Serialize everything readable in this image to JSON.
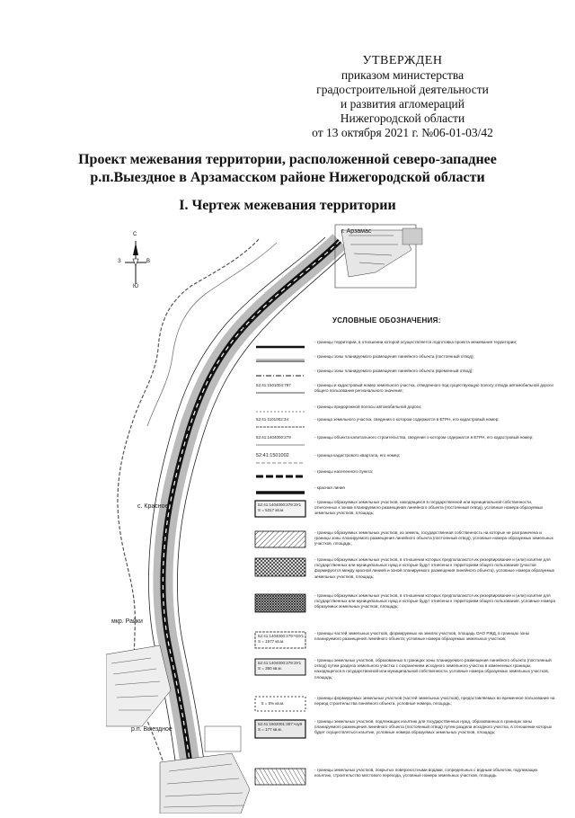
{
  "approval": {
    "title": "УТВЕРЖДЕН",
    "line1": "приказом министерства",
    "line2": "градостроительной деятельности",
    "line3": "и развития агломераций",
    "line4": "Нижегородской области",
    "line5": "от 13 октября 2021 г. №06-01-03/42"
  },
  "document": {
    "title_line1": "Проект межевания территории, расположенной северо-западнее",
    "title_line2": "р.п.Выездное в Арзамасском районе Нижегородской области",
    "section": "I.  Чертеж межевания территории"
  },
  "map": {
    "compass_n": "С",
    "compass_s": "Ю",
    "compass_w": "З",
    "compass_e": "В",
    "place_krasnoe": "с. Красное",
    "place_raiki": "мкр. Райки",
    "place_vyezdnoe": "р.п. Выездное",
    "place_arzamas": "г. Арзамас"
  },
  "legend": {
    "title": "УСЛОВНЫЕ ОБОЗНАЧЕНИЯ:",
    "items": [
      {
        "sym_label": "",
        "text": "- границы территории, в отношении которой осуществляется подготовка проекта межевания территории;"
      },
      {
        "sym_label": "",
        "text": "- границы зоны планируемого размещения линейного объекта (постоянный отвод);"
      },
      {
        "sym_label": "",
        "text": "- границы зоны планируемого размещения линейного объекта (временный отвод);"
      },
      {
        "sym_label": "52:41:1501004:787",
        "text": "- границы и кадастровый номер земельного участка, отведенного под существующую полосу отвода автомобильной дороги общего пользования регионального значения;"
      },
      {
        "sym_label": "",
        "text": "- границы придорожной полосы автомобильной дороги;"
      },
      {
        "sym_label": "52:41:1101002:34",
        "text": "- граница земельного участка, сведения о котором содержатся в ЕГРН, его кадастровый номер;"
      },
      {
        "sym_label": "52:41:1404000:279",
        "text": "- границы объекта капитального строительства, сведения о котором содержатся в ЕГРН, его кадастровый номер;"
      },
      {
        "sym_label": "52:41:1501002",
        "text": "- граница кадастрового квартала, его номер;"
      },
      {
        "sym_label": "",
        "text": "- границы населенного пункта;"
      },
      {
        "sym_label": "",
        "text": "- красная линия"
      },
      {
        "sym_label": "52:41:1404000:279:ЗУ1 S = 5317 кв.м.",
        "text": "- границы образуемых земельных участков, находящихся в государственной или муниципальной собственности, отнесенных к зонам планируемого размещения линейного объекта (постоянный отвод), условные номера образуемых земельных участков, площадь;"
      },
      {
        "sym_label": "",
        "text": "- границы образуемых земельных участков, из земель, государственная собственность на которые не разграничена и границы зоны планируемого размещения линейного объекта (постоянный отвод), условные номера образуемых земельных участков, площадь;"
      },
      {
        "sym_label": "",
        "text": "- границы образуемых земельных участков, в отношении которых предполагаются их резервирование и (или) изъятие для государственных или муниципальных нужд и которые будут отнесены к территориям общего пользования (участки формируются между красной линией и зоной планируемого размещения линейного объекта), условные номера образуемых земельных участков, площадь;"
      },
      {
        "sym_label": "",
        "text": "- границы образуемых земельных участков, в отношении которых предполагаются их резервирование и (или) изъятие для государственных или муниципальных нужд и которые будут отнесены к территориям общего пользования, условные номера образуемых земельных участков, площадь;"
      },
      {
        "sym_label": "52:41:1404000:279:ЧЗУ1 S = 1577 кв.м.",
        "text": "- границы частей земельных участков, формируемых на землях участков, площадь ОАО РЖД, в границах зоны планируемого размещения линейного объекта; условные номера образуемых земельных участков;"
      },
      {
        "sym_label": "52:41:1404000:279:ЗУ1 S = 350 кв.м.",
        "text": "- границы земельных участков, образованных в границах зоны планируемого размещения линейного объекта (постоянный отвод) путем раздела земельного участка с сохранением исходного земельного участка в измененных границах, находящегося в государственной или муниципальной собственности, условные номера образуемых земельных участков, площадь;"
      },
      {
        "sym_label": "5 = 5% кв.м.",
        "text": "- границы формируемых земельных участков (частей земельных участков), предоставляемых во временное пользование на период строительства линейного объекта, условные номера, площадь;"
      },
      {
        "sym_label": "52:41:1602001:307:чзу9 S = 177 кв.м.",
        "text": "- границы земельных участков, подлежащих изъятию для государственных нужд, образованных в границах зоны планируемого размещения линейного объекта (постоянный отвод) путем раздела исходного участка, в отношении которых будет осуществляться изъятие, условные номера образуемых земельных участков, площадь;"
      },
      {
        "sym_label": "",
        "text": "- границы земельных участков, покрытых поверхностными водами, сопредельных с водным объектом, подлежащих изъятию, строительство мостового перехода, условные номера земельных участков, площадь"
      }
    ]
  }
}
